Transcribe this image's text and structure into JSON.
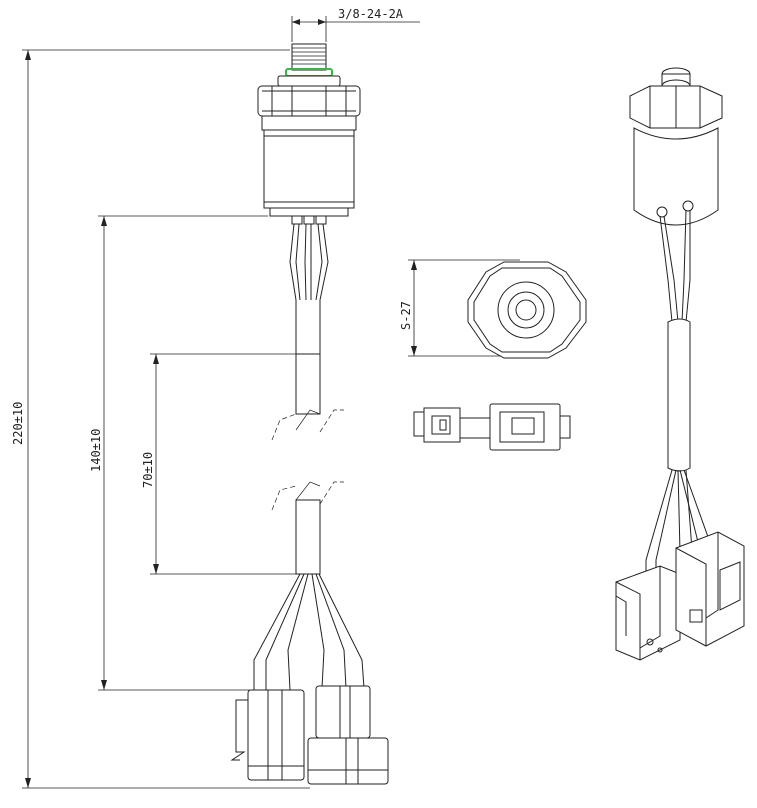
{
  "dimensions": {
    "thread": "3/8-24-2A",
    "overall_length": "220±10",
    "cable_length": "140±10",
    "jacket_length": "70±10",
    "hex_size": "S-27"
  },
  "colors": {
    "line": "#222222",
    "seal_ring": "#3bb54a",
    "background": "#ffffff"
  }
}
